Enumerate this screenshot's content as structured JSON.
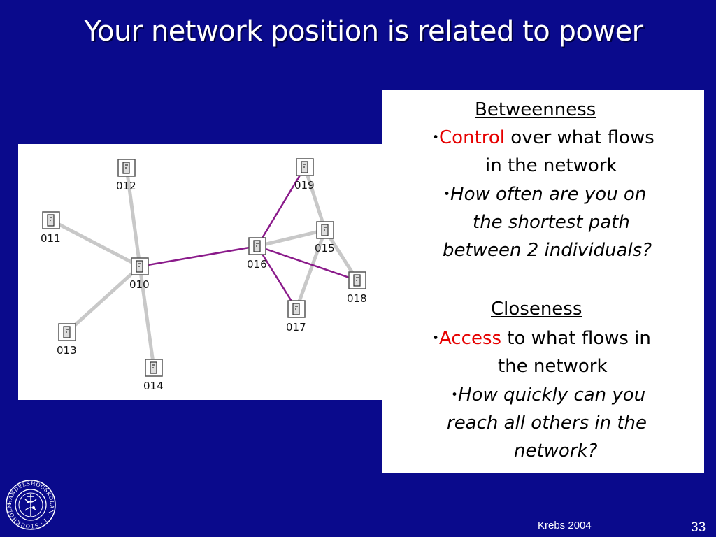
{
  "slide": {
    "title": "Your network position is related to power",
    "footer": "Krebs 2004",
    "page_number": "33",
    "logo_text": "HANDELSHÖGSKOLAN I STOCKHOLM"
  },
  "colors": {
    "background": "#0a0a8c",
    "accent_red": "#e60000",
    "edge_gray": "#c8c8c8",
    "edge_purple": "#8a1a8a"
  },
  "network": {
    "nodes": [
      {
        "id": "010",
        "label": "010"
      },
      {
        "id": "011",
        "label": "011"
      },
      {
        "id": "012",
        "label": "012"
      },
      {
        "id": "013",
        "label": "013"
      },
      {
        "id": "014",
        "label": "014"
      },
      {
        "id": "015",
        "label": "015"
      },
      {
        "id": "016",
        "label": "016"
      },
      {
        "id": "017",
        "label": "017"
      },
      {
        "id": "018",
        "label": "018"
      },
      {
        "id": "019",
        "label": "019"
      }
    ],
    "edges": [
      {
        "from": "010",
        "to": "011",
        "color": "gray"
      },
      {
        "from": "010",
        "to": "012",
        "color": "gray"
      },
      {
        "from": "010",
        "to": "013",
        "color": "gray"
      },
      {
        "from": "010",
        "to": "014",
        "color": "gray"
      },
      {
        "from": "019",
        "to": "015",
        "color": "gray"
      },
      {
        "from": "016",
        "to": "015",
        "color": "gray"
      },
      {
        "from": "015",
        "to": "017",
        "color": "gray"
      },
      {
        "from": "015",
        "to": "018",
        "color": "gray"
      },
      {
        "from": "010",
        "to": "016",
        "color": "purple"
      },
      {
        "from": "016",
        "to": "019",
        "color": "purple"
      },
      {
        "from": "016",
        "to": "018",
        "color": "purple"
      },
      {
        "from": "016",
        "to": "017",
        "color": "purple"
      }
    ]
  },
  "betweenness": {
    "heading": "Betweenness",
    "bullet1_red": "Control",
    "bullet1_rest_line1": " over what flows",
    "bullet1_line2": "in the network",
    "bullet2_line1": "How often are you on",
    "bullet2_line2": "the shortest path",
    "bullet2_line3": "between 2 individuals?"
  },
  "closeness": {
    "heading": "Closeness",
    "bullet1_red": "Access",
    "bullet1_rest_line1": " to what flows in",
    "bullet1_line2": "the network",
    "bullet2_line1": "How quickly can you",
    "bullet2_line2": "reach all others in the",
    "bullet2_line3": "network?"
  }
}
